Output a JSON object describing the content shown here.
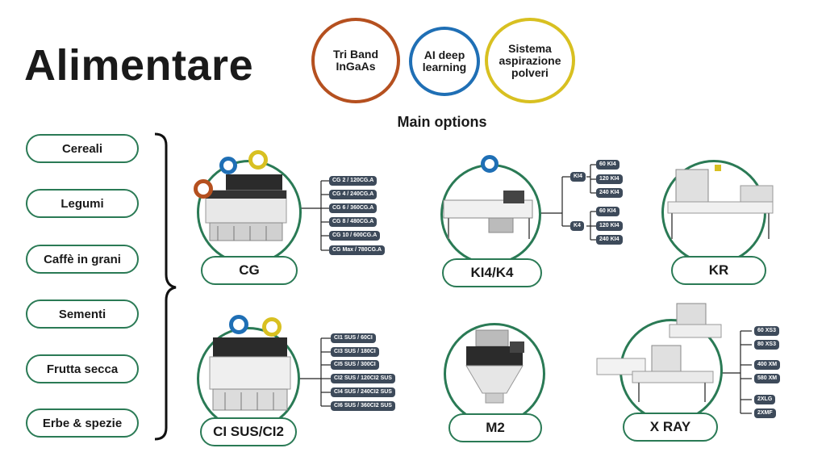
{
  "title": "Alimentare",
  "options": {
    "items": [
      {
        "label": "Tri Band\nInGaAs",
        "color": "#b5501f"
      },
      {
        "label": "AI deep\nlearning",
        "color": "#1f6fb5"
      },
      {
        "label": "Sistema\naspirazione\npolveri",
        "color": "#d8c021"
      }
    ],
    "heading": "Main options"
  },
  "categories": [
    "Cereali",
    "Legumi",
    "Caffè in grani",
    "Sementi",
    "Frutta secca",
    "Erbe & spezie"
  ],
  "products": {
    "cg": {
      "label": "CG",
      "models": [
        "CG 2 / 120CG.A",
        "CG 4 / 240CG.A",
        "CG 6 / 360CG.A",
        "CG 8 / 480CG.A",
        "CG 10 / 600CG.A",
        "CG Max / 780CG.A"
      ]
    },
    "ki4": {
      "label": "KI4/K4",
      "group1": "KI4",
      "group2": "K4",
      "models1": [
        "60 KI4",
        "120 KI4",
        "240 KI4"
      ],
      "models2": [
        "60 KI4",
        "120 KI4",
        "240 KI4"
      ]
    },
    "kr": {
      "label": "KR"
    },
    "ci": {
      "label": "CI SUS/CI2",
      "models": [
        "CI1 SUS / 60CI",
        "CI3 SUS / 180CI",
        "CI5 SUS / 300CI",
        "CI2 SUS / 120CI2 SUS",
        "CI4 SUS / 240CI2 SUS",
        "CI6 SUS / 360CI2 SUS"
      ]
    },
    "m2": {
      "label": "M2"
    },
    "xray": {
      "label": "X RAY",
      "models": [
        "60 XS3",
        "80 XS3",
        "400 XM",
        "580 XM",
        "2XLG",
        "2XMF"
      ]
    }
  }
}
